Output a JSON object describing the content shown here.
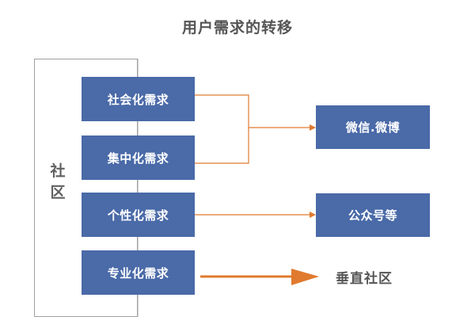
{
  "title": "用户需求的转移",
  "community": {
    "label_chars": [
      "社",
      "区"
    ]
  },
  "needs": [
    {
      "label": "社会化需求"
    },
    {
      "label": "集中化需求"
    },
    {
      "label": "个性化需求"
    },
    {
      "label": "专业化需求"
    }
  ],
  "targets": [
    {
      "label": "微信.微博",
      "from": [
        "社会化需求",
        "集中化需求"
      ]
    },
    {
      "label": "公众号等",
      "from": [
        "个性化需求"
      ]
    },
    {
      "label": "垂直社区",
      "from": [
        "专业化需求"
      ],
      "style": "plain-text"
    }
  ],
  "colors": {
    "box_fill": "#4a6aa8",
    "arrow": "#e07a2e",
    "frame": "#a0a0a0",
    "text_dark": "#555555"
  }
}
